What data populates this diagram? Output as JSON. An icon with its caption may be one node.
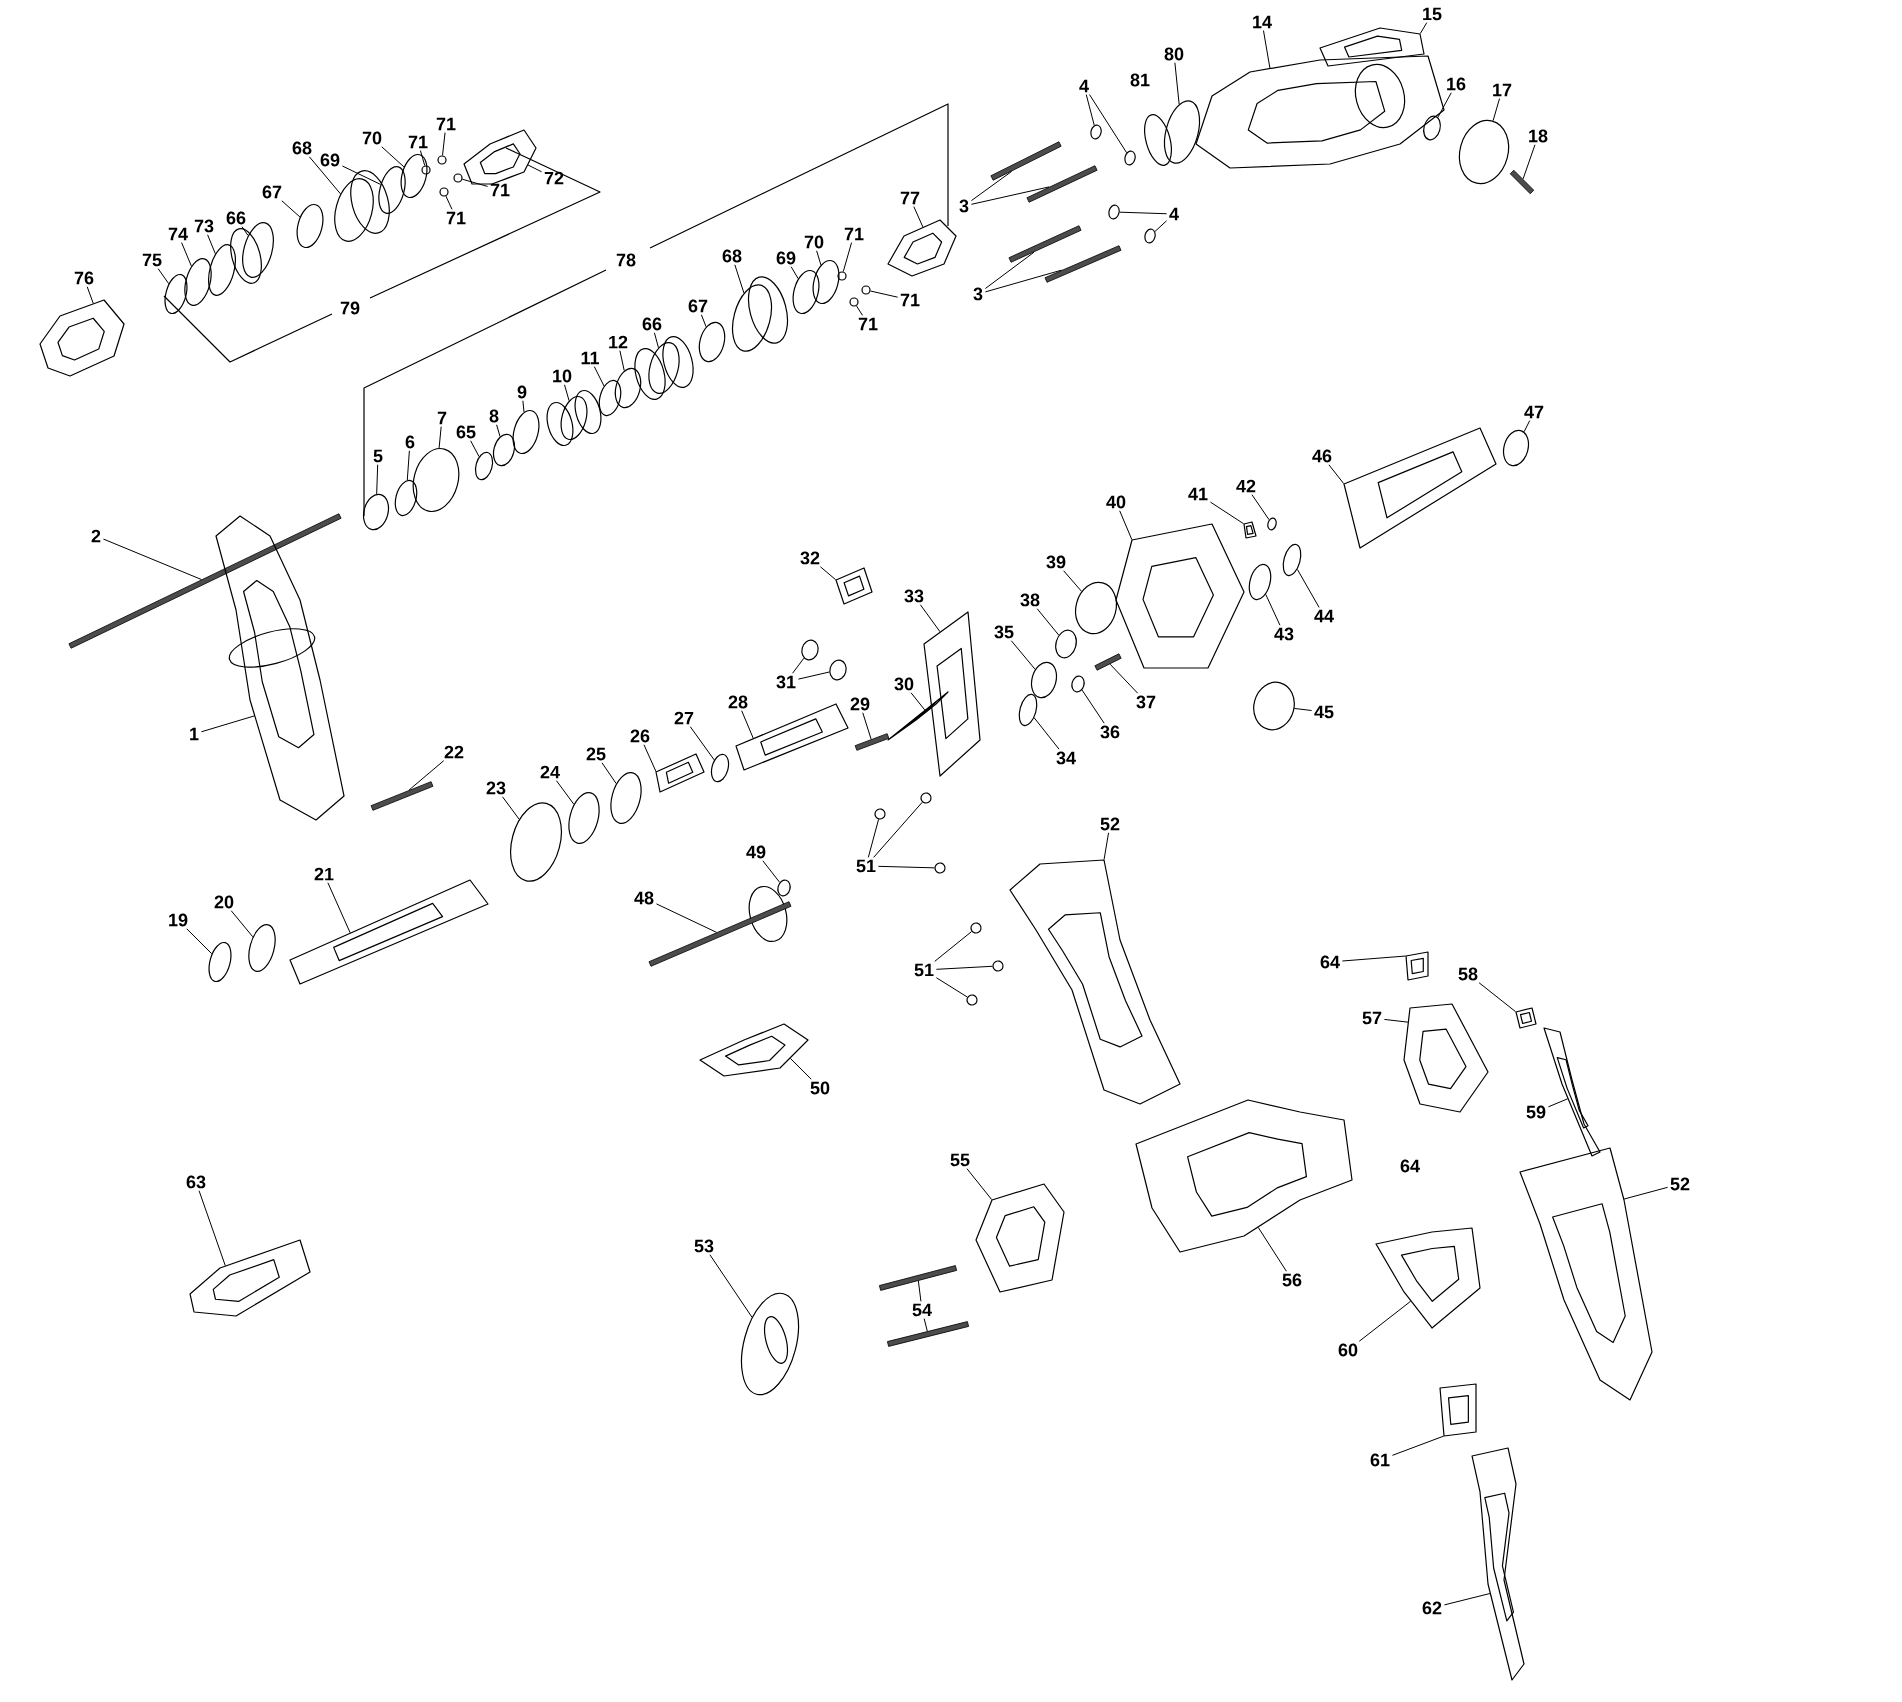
{
  "diagram": {
    "nodes": [
      {
        "text": [
          "71"
        ]
      },
      {
        "text": [
          "71"
        ]
      },
      {
        "text": [
          "70"
        ]
      },
      {
        "text": [
          "69"
        ]
      },
      {
        "text": [
          "68"
        ]
      },
      {
        "text": [
          "72"
        ]
      },
      {
        "text": [
          "71"
        ]
      },
      {
        "text": [
          "67"
        ]
      },
      {
        "text": [
          "71"
        ]
      },
      {
        "text": [
          "66"
        ]
      },
      {
        "text": [
          "73"
        ]
      },
      {
        "text": [
          "74"
        ]
      },
      {
        "text": [
          "75"
        ]
      },
      {
        "text": [
          "76"
        ]
      },
      {
        "text": [
          "77"
        ]
      },
      {
        "text": [
          "71"
        ]
      },
      {
        "text": [
          "70"
        ]
      },
      {
        "text": [
          "69"
        ]
      },
      {
        "text": [
          "68"
        ]
      },
      {
        "text": [
          "71"
        ]
      },
      {
        "text": [
          "67"
        ]
      },
      {
        "text": [
          "71"
        ]
      },
      {
        "text": [
          "66"
        ]
      },
      {
        "text": [
          "12"
        ]
      },
      {
        "text": [
          "11"
        ]
      },
      {
        "text": [
          "10"
        ]
      },
      {
        "text": [
          "9"
        ]
      },
      {
        "text": [
          "8"
        ]
      },
      {
        "text": [
          "65"
        ]
      },
      {
        "text": [
          "7"
        ]
      },
      {
        "text": [
          "6"
        ]
      },
      {
        "text": [
          "5"
        ]
      },
      {
        "text": [
          "15"
        ]
      },
      {
        "text": [
          "14"
        ]
      },
      {
        "text": [
          "80"
        ]
      },
      {
        "text": [
          "16"
        ]
      },
      {
        "text": [
          "17"
        ]
      },
      {
        "text": [
          "4"
        ]
      },
      {
        "text": [
          "18"
        ]
      },
      {
        "text": [
          "3"
        ]
      },
      {
        "text": [
          "4"
        ]
      },
      {
        "text": [
          "3"
        ]
      },
      {
        "text": [
          "47"
        ]
      },
      {
        "text": [
          "46"
        ]
      },
      {
        "text": [
          "42"
        ]
      },
      {
        "text": [
          "41"
        ]
      },
      {
        "text": [
          "40"
        ]
      },
      {
        "text": [
          "2"
        ]
      },
      {
        "text": [
          "32"
        ]
      },
      {
        "text": [
          "39"
        ]
      },
      {
        "text": [
          "33"
        ]
      },
      {
        "text": [
          "38"
        ]
      },
      {
        "text": [
          "44"
        ]
      },
      {
        "text": [
          "35"
        ]
      },
      {
        "text": [
          "43"
        ]
      },
      {
        "text": [
          "31"
        ]
      },
      {
        "text": [
          "30"
        ]
      },
      {
        "text": [
          "37"
        ]
      },
      {
        "text": [
          "28"
        ]
      },
      {
        "text": [
          "29"
        ]
      },
      {
        "text": [
          "45"
        ]
      },
      {
        "text": [
          "27"
        ]
      },
      {
        "text": [
          "36"
        ]
      },
      {
        "text": [
          "1"
        ]
      },
      {
        "text": [
          "26"
        ]
      },
      {
        "text": [
          "22"
        ]
      },
      {
        "text": [
          "25"
        ]
      },
      {
        "text": [
          "34"
        ]
      },
      {
        "text": [
          "24"
        ]
      },
      {
        "text": [
          "23"
        ]
      },
      {
        "text": [
          "52"
        ]
      },
      {
        "text": [
          "49"
        ]
      },
      {
        "text": [
          "51"
        ]
      },
      {
        "text": [
          "21"
        ]
      },
      {
        "text": [
          "20"
        ]
      },
      {
        "text": [
          "48"
        ]
      },
      {
        "text": [
          "19"
        ]
      },
      {
        "text": [
          "64"
        ]
      },
      {
        "text": [
          "51"
        ]
      },
      {
        "text": [
          "58"
        ]
      },
      {
        "text": [
          "57"
        ]
      },
      {
        "text": [
          "50"
        ]
      },
      {
        "text": [
          "59"
        ]
      },
      {
        "text": [
          "55"
        ]
      },
      {
        "text": [
          "52"
        ]
      },
      {
        "text": [
          "63"
        ]
      },
      {
        "text": [
          "53"
        ]
      },
      {
        "text": [
          "56"
        ]
      },
      {
        "text": [
          "54"
        ]
      },
      {
        "text": [
          "60"
        ]
      },
      {
        "text": [
          "61"
        ]
      },
      {
        "text": [
          "62"
        ]
      },
      {
        "text": [],
        "shape": "circle"
      },
      {
        "text": [],
        "shape": "circle"
      },
      {
        "text": [],
        "shape": "circle"
      },
      {
        "text": [],
        "shape": "circle"
      },
      {
        "text": [],
        "shape": "circle"
      },
      {
        "text": [],
        "shape": "picture"
      },
      {
        "text": [],
        "shape": "circle"
      },
      {
        "text": [],
        "shape": "circle"
      },
      {
        "text": [],
        "shape": "circle"
      },
      {
        "text": [],
        "shape": "circle"
      },
      {
        "text": [],
        "shape": "circle"
      },
      {
        "text": [],
        "shape": "circle"
      },
      {
        "text": [],
        "shape": "circle"
      },
      {
        "text": [],
        "shape": "picture"
      },
      {
        "text": [],
        "shape": "picture"
      },
      {
        "text": [],
        "shape": "circle"
      },
      {
        "text": [],
        "shape": "circle"
      },
      {
        "text": [],
        "shape": "circle"
      },
      {
        "text": [],
        "shape": "circle"
      },
      {
        "text": [],
        "shape": "circle"
      },
      {
        "text": [],
        "shape": "circle"
      },
      {
        "text": [],
        "shape": "circle"
      },
      {
        "text": [],
        "shape": "circle"
      },
      {
        "text": [],
        "shape": "circle"
      },
      {
        "text": [],
        "shape": "circle"
      },
      {
        "text": [],
        "shape": "circle"
      },
      {
        "text": [],
        "shape": "circle"
      },
      {
        "text": [],
        "shape": "circle"
      },
      {
        "text": [],
        "shape": "circle"
      },
      {
        "text": [],
        "shape": "circle"
      },
      {
        "text": [],
        "shape": "circle"
      },
      {
        "text": [],
        "shape": "circle"
      },
      {
        "text": [],
        "shape": "picture"
      },
      {
        "text": [],
        "shape": "picture"
      },
      {
        "text": [],
        "shape": "circle"
      },
      {
        "text": [],
        "shape": "circle"
      },
      {
        "text": [],
        "shape": "circle"
      },
      {
        "text": [],
        "shape": "circle"
      },
      {
        "text": [],
        "shape": "circle"
      },
      {
        "text": [],
        "shape": "bar"
      },
      {
        "text": [],
        "shape": "bar"
      },
      {
        "text": [],
        "shape": "bar"
      },
      {
        "text": [],
        "shape": "circle"
      },
      {
        "text": [],
        "shape": "circle"
      },
      {
        "text": [],
        "shape": "bar"
      },
      {
        "text": [],
        "shape": "bar"
      },
      {
        "text": [],
        "shape": "circle"
      },
      {
        "text": [],
        "shape": "picture"
      },
      {
        "text": [],
        "shape": "circle"
      },
      {
        "text": [],
        "shape": "picture"
      },
      {
        "text": [],
        "shape": "picture"
      },
      {
        "text": [],
        "shape": "bar"
      },
      {
        "text": [],
        "shape": "picture"
      },
      {
        "text": [],
        "shape": "circle"
      },
      {
        "text": [],
        "shape": "picture"
      },
      {
        "text": [],
        "shape": "circle"
      },
      {
        "text": [],
        "shape": "circle"
      },
      {
        "text": [],
        "shape": "circle"
      },
      {
        "text": [],
        "shape": "circle"
      },
      {
        "text": [],
        "shape": "circle"
      },
      {
        "text": [],
        "shape": "circle"
      },
      {
        "text": [],
        "shape": "picture"
      },
      {
        "text": [],
        "shape": "bar"
      },
      {
        "text": [],
        "shape": "picture"
      },
      {
        "text": [],
        "shape": "bar"
      },
      {
        "text": [],
        "shape": "circle"
      },
      {
        "text": [],
        "shape": "circle"
      },
      {
        "text": [],
        "shape": "circle"
      },
      {
        "text": [],
        "shape": "picture"
      },
      {
        "text": [],
        "shape": "picture"
      },
      {
        "text": [],
        "shape": "bar"
      },
      {
        "text": [],
        "shape": "circle"
      },
      {
        "text": [],
        "shape": "circle"
      },
      {
        "text": [],
        "shape": "circle"
      },
      {
        "text": [],
        "shape": "circle"
      },
      {
        "text": [],
        "shape": "picture"
      },
      {
        "text": [],
        "shape": "circle"
      },
      {
        "text": [],
        "shape": "circle"
      },
      {
        "text": [],
        "shape": "circle"
      },
      {
        "text": [],
        "shape": "circle"
      },
      {
        "text": [],
        "shape": "picture"
      },
      {
        "text": [],
        "shape": "circle"
      },
      {
        "text": [],
        "shape": "bar"
      },
      {
        "text": [],
        "shape": "circle"
      },
      {
        "text": [],
        "shape": "picture"
      },
      {
        "text": [],
        "shape": "circle"
      },
      {
        "text": [],
        "shape": "circle"
      },
      {
        "text": [],
        "shape": "circle"
      },
      {
        "text": [],
        "shape": "picture"
      },
      {
        "text": [],
        "shape": "picture"
      },
      {
        "text": [],
        "shape": "picture"
      },
      {
        "text": [],
        "shape": "picture"
      },
      {
        "text": [],
        "shape": "picture"
      },
      {
        "text": [],
        "shape": "picture"
      },
      {
        "text": [],
        "shape": "picture"
      },
      {
        "text": [],
        "shape": "circle"
      },
      {
        "text": [],
        "shape": "picture"
      },
      {
        "text": [],
        "shape": "bar"
      },
      {
        "text": [],
        "shape": "bar"
      },
      {
        "text": [],
        "shape": "picture"
      },
      {
        "text": [],
        "shape": "picture"
      },
      {
        "text": [],
        "shape": "picture"
      }
    ],
    "edges": [
      {
        "from": 0,
        "to": 92,
        "arrow": "none"
      },
      {
        "from": 1,
        "to": 93,
        "arrow": "none"
      },
      {
        "from": 2,
        "to": 94,
        "arrow": "none"
      },
      {
        "from": 3,
        "to": 95,
        "arrow": "none"
      },
      {
        "from": 4,
        "to": 96,
        "arrow": "none"
      },
      {
        "from": 5,
        "to": 97,
        "arrow": "none"
      },
      {
        "from": 6,
        "to": 98,
        "arrow": "none"
      },
      {
        "from": 7,
        "to": 99,
        "arrow": "none"
      },
      {
        "from": 8,
        "to": 100,
        "arrow": "none"
      },
      {
        "from": 9,
        "to": 101,
        "arrow": "none"
      },
      {
        "from": 10,
        "to": 102,
        "arrow": "none"
      },
      {
        "from": 11,
        "to": 103,
        "arrow": "none"
      },
      {
        "from": 12,
        "to": 104,
        "arrow": "none"
      },
      {
        "from": 13,
        "to": 105,
        "arrow": "none"
      },
      {
        "from": 14,
        "to": 106,
        "arrow": "none"
      },
      {
        "from": 15,
        "to": 107,
        "arrow": "none"
      },
      {
        "from": 16,
        "to": 108,
        "arrow": "none"
      },
      {
        "from": 17,
        "to": 109,
        "arrow": "none"
      },
      {
        "from": 18,
        "to": 110,
        "arrow": "none"
      },
      {
        "from": 19,
        "to": 111,
        "arrow": "none"
      },
      {
        "from": 20,
        "to": 112,
        "arrow": "none"
      },
      {
        "from": 21,
        "to": 113,
        "arrow": "none"
      },
      {
        "from": 22,
        "to": 114,
        "arrow": "none"
      },
      {
        "from": 23,
        "to": 115,
        "arrow": "none"
      },
      {
        "from": 24,
        "to": 116,
        "arrow": "none"
      },
      {
        "from": 25,
        "to": 117,
        "arrow": "none"
      },
      {
        "from": 26,
        "to": 118,
        "arrow": "none"
      },
      {
        "from": 27,
        "to": 119,
        "arrow": "none"
      },
      {
        "from": 28,
        "to": 120,
        "arrow": "none"
      },
      {
        "from": 29,
        "to": 121,
        "arrow": "none"
      },
      {
        "from": 30,
        "to": 122,
        "arrow": "none"
      },
      {
        "from": 31,
        "to": 123,
        "arrow": "none"
      },
      {
        "from": 32,
        "to": 124,
        "arrow": "none"
      },
      {
        "from": 33,
        "to": 125,
        "arrow": "none"
      },
      {
        "from": 34,
        "to": 126,
        "arrow": "none"
      },
      {
        "from": 35,
        "to": 127,
        "arrow": "none"
      },
      {
        "from": 36,
        "to": 128,
        "arrow": "none"
      },
      {
        "from": 37,
        "to": 129,
        "arrow": "none"
      },
      {
        "from": 37,
        "to": 130,
        "arrow": "none"
      },
      {
        "from": 38,
        "to": 131,
        "arrow": "none"
      },
      {
        "from": 39,
        "to": 132,
        "arrow": "none"
      },
      {
        "from": 39,
        "to": 133,
        "arrow": "none"
      },
      {
        "from": 40,
        "to": 134,
        "arrow": "none"
      },
      {
        "from": 40,
        "to": 135,
        "arrow": "none"
      },
      {
        "from": 41,
        "to": 136,
        "arrow": "none"
      },
      {
        "from": 41,
        "to": 137,
        "arrow": "none"
      },
      {
        "from": 42,
        "to": 138,
        "arrow": "none"
      },
      {
        "from": 43,
        "to": 139,
        "arrow": "none"
      },
      {
        "from": 44,
        "to": 140,
        "arrow": "none"
      },
      {
        "from": 45,
        "to": 141,
        "arrow": "none"
      },
      {
        "from": 46,
        "to": 142,
        "arrow": "none"
      },
      {
        "from": 47,
        "to": 143,
        "arrow": "none"
      },
      {
        "from": 48,
        "to": 144,
        "arrow": "none"
      },
      {
        "from": 49,
        "to": 145,
        "arrow": "none"
      },
      {
        "from": 50,
        "to": 146,
        "arrow": "none"
      },
      {
        "from": 51,
        "to": 147,
        "arrow": "none"
      },
      {
        "from": 52,
        "to": 148,
        "arrow": "none"
      },
      {
        "from": 53,
        "to": 149,
        "arrow": "none"
      },
      {
        "from": 54,
        "to": 150,
        "arrow": "none"
      },
      {
        "from": 55,
        "to": 151,
        "arrow": "none"
      },
      {
        "from": 55,
        "to": 152,
        "arrow": "none"
      },
      {
        "from": 56,
        "to": 153,
        "arrow": "none"
      },
      {
        "from": 57,
        "to": 154,
        "arrow": "none"
      },
      {
        "from": 58,
        "to": 155,
        "arrow": "none"
      },
      {
        "from": 59,
        "to": 156,
        "arrow": "none"
      },
      {
        "from": 60,
        "to": 157,
        "arrow": "none"
      },
      {
        "from": 61,
        "to": 158,
        "arrow": "none"
      },
      {
        "from": 62,
        "to": 159,
        "arrow": "none"
      },
      {
        "from": 63,
        "to": 160,
        "arrow": "none"
      },
      {
        "from": 64,
        "to": 161,
        "arrow": "none"
      },
      {
        "from": 65,
        "to": 162,
        "arrow": "none"
      },
      {
        "from": 66,
        "to": 163,
        "arrow": "none"
      },
      {
        "from": 67,
        "to": 164,
        "arrow": "none"
      },
      {
        "from": 68,
        "to": 165,
        "arrow": "none"
      },
      {
        "from": 69,
        "to": 166,
        "arrow": "none"
      },
      {
        "from": 70,
        "to": 167,
        "arrow": "none"
      },
      {
        "from": 71,
        "to": 168,
        "arrow": "none"
      },
      {
        "from": 72,
        "to": 169,
        "arrow": "none"
      },
      {
        "from": 72,
        "to": 170,
        "arrow": "none"
      },
      {
        "from": 72,
        "to": 171,
        "arrow": "none"
      },
      {
        "from": 73,
        "to": 172,
        "arrow": "none"
      },
      {
        "from": 74,
        "to": 173,
        "arrow": "none"
      },
      {
        "from": 75,
        "to": 174,
        "arrow": "none"
      },
      {
        "from": 76,
        "to": 175,
        "arrow": "none"
      },
      {
        "from": 77,
        "to": 176,
        "arrow": "none"
      },
      {
        "from": 78,
        "to": 177,
        "arrow": "none"
      },
      {
        "from": 78,
        "to": 178,
        "arrow": "none"
      },
      {
        "from": 78,
        "to": 179,
        "arrow": "none"
      },
      {
        "from": 79,
        "to": 180,
        "arrow": "none"
      },
      {
        "from": 80,
        "to": 181,
        "arrow": "none"
      },
      {
        "from": 81,
        "to": 182,
        "arrow": "none"
      },
      {
        "from": 82,
        "to": 183,
        "arrow": "none"
      },
      {
        "from": 83,
        "to": 184,
        "arrow": "none"
      },
      {
        "from": 84,
        "to": 185,
        "arrow": "none"
      },
      {
        "from": 85,
        "to": 186,
        "arrow": "none"
      },
      {
        "from": 86,
        "to": 187,
        "arrow": "none"
      },
      {
        "from": 87,
        "to": 188,
        "arrow": "none"
      },
      {
        "from": 88,
        "to": 189,
        "arrow": "none"
      },
      {
        "from": 88,
        "to": 190,
        "arrow": "none"
      },
      {
        "from": 89,
        "to": 191,
        "arrow": "none"
      },
      {
        "from": 90,
        "to": 192,
        "arrow": "none"
      },
      {
        "from": 91,
        "to": 193,
        "arrow": "none"
      }
    ],
    "labels": [
      "81",
      "78",
      "79",
      "64"
    ]
  }
}
